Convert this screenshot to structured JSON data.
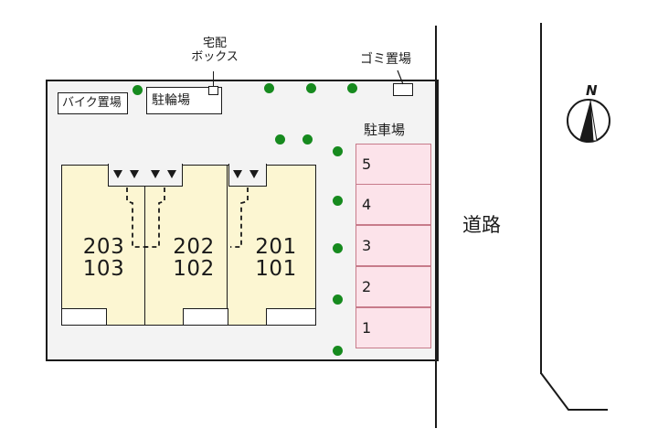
{
  "map": {
    "type": "site-layout-plan",
    "labels": {
      "bike_parking": "バイク置場",
      "bicycle_parking": "駐輪場",
      "delivery_box": "宅配\nボックス",
      "delivery_box_line1": "宅配",
      "delivery_box_line2": "ボックス",
      "garbage": "ゴミ置場",
      "parking": "駐車場",
      "road": "道路",
      "north": "N"
    },
    "building": {
      "units": [
        {
          "upper": "203",
          "lower": "103"
        },
        {
          "upper": "202",
          "lower": "102"
        },
        {
          "upper": "201",
          "lower": "101"
        }
      ]
    },
    "parking_slots": [
      "5",
      "4",
      "3",
      "2",
      "1"
    ],
    "colors": {
      "site_bg": "#f3f3f3",
      "unit_fill": "#fcf6d2",
      "parking_fill": "#fce3ea",
      "parking_border": "#c77b8a",
      "tree": "#168a1e",
      "line": "#1a1a1a"
    },
    "icons": [
      "compass-north-icon",
      "tree-icon",
      "entrance-triangle-icon"
    ]
  }
}
